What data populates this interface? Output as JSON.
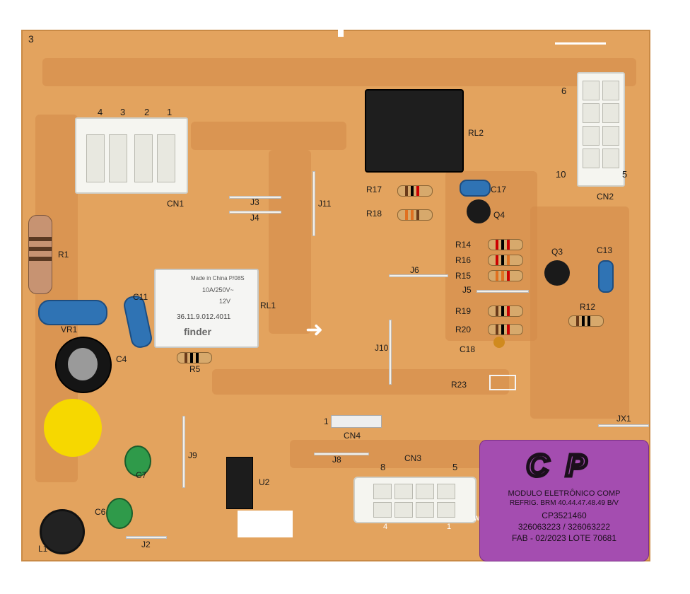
{
  "board": {
    "corner_mark": "3",
    "connectors": {
      "cn1": {
        "ref": "CN1",
        "pins": [
          "4",
          "3",
          "2",
          "1"
        ]
      },
      "cn2": {
        "ref": "CN2",
        "pin_first": "6",
        "pin_last": "10",
        "pin_right": "5"
      },
      "cn3": {
        "ref": "CN3",
        "pin_left": "8",
        "pin_right": "5",
        "bottom_left": "4",
        "bottom_right": "1",
        "side_mark": "w"
      },
      "cn4": {
        "ref": "CN4",
        "pin_first": "1"
      }
    },
    "relays": {
      "rl1": {
        "ref": "RL1",
        "lines": [
          "Made in China  P/08S",
          "10A/250V~",
          "12V",
          "36.11.9.012.4011",
          "finder"
        ]
      },
      "rl2": {
        "ref": "RL2"
      }
    },
    "components": {
      "R1": "R1",
      "VR1": "VR1",
      "C4": "C4",
      "C11": "C11",
      "R5": "R5",
      "C7": "C7",
      "C6": "C6",
      "L1": "L1",
      "J2": "J2",
      "J3": "J3",
      "J4": "J4",
      "J11": "J11",
      "J9": "J9",
      "U2": "U2",
      "J8": "J8",
      "J6": "J6",
      "J10": "J10",
      "J5": "J5",
      "R17": "R17",
      "R18": "R18",
      "C17": "C17",
      "Q4": "Q4",
      "R14": "R14",
      "R16": "R16",
      "R15": "R15",
      "Q3": "Q3",
      "C13": "C13",
      "R12": "R12",
      "R19": "R19",
      "R20": "R20",
      "C18": "C18",
      "R23": "R23",
      "JX1": "JX1"
    }
  },
  "sticker": {
    "brand": "CP",
    "lines": [
      "MODULO ELETRÔNICO COMP",
      "REFRIG. BRM 40.44.47.48.49 B/V",
      "CP3521460",
      "326063223 / 326063222",
      "FAB - 02/2023   LOTE 70681"
    ],
    "color": "#a44db0"
  },
  "colors": {
    "board": "#e3a35e",
    "cap_blue": "#2f73b4",
    "yellow_dot": "#f6d800",
    "relay_black": "#1e1e1e"
  }
}
